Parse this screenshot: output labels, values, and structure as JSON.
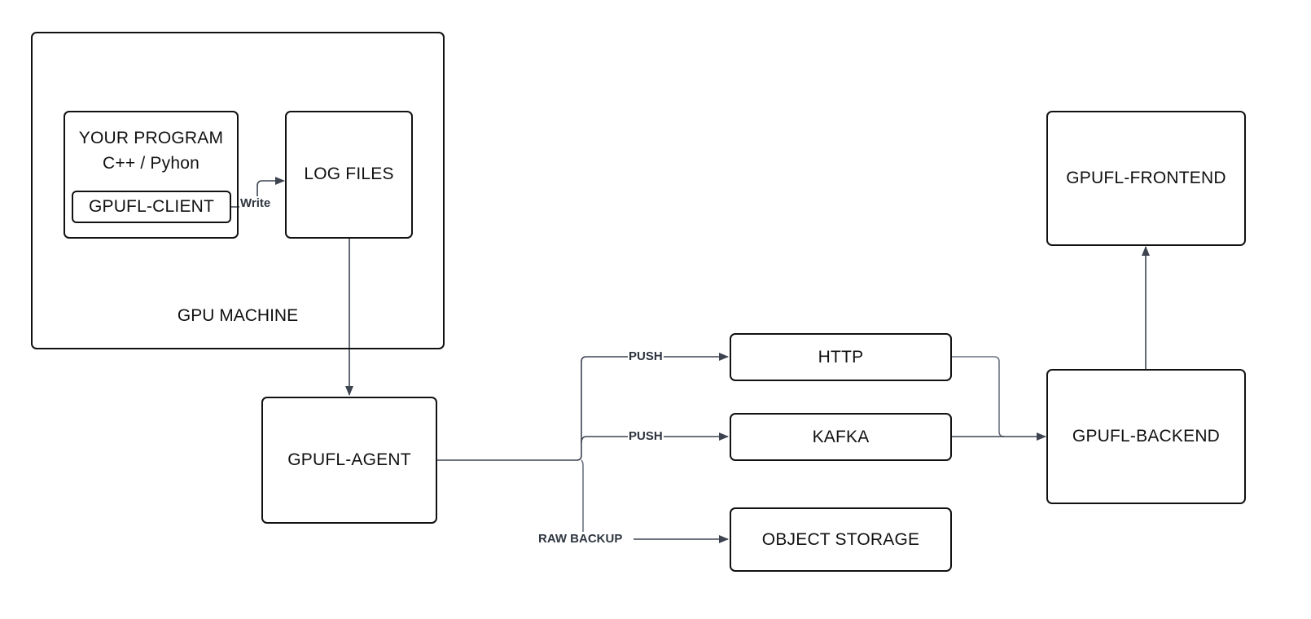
{
  "diagram": {
    "containers": {
      "gpu_machine": {
        "label": "GPU MACHINE"
      }
    },
    "nodes": {
      "your_program": {
        "title": "YOUR PROGRAM",
        "subtitle": "C++ / Pyhon"
      },
      "gpufl_client": {
        "label": "GPUFL-CLIENT"
      },
      "log_files": {
        "label": "LOG FILES"
      },
      "gpufl_agent": {
        "label": "GPUFL-AGENT"
      },
      "http": {
        "label": "HTTP"
      },
      "kafka": {
        "label": "KAFKA"
      },
      "object_storage": {
        "label": "OBJECT STORAGE"
      },
      "gpufl_backend": {
        "label": "GPUFL-BACKEND"
      },
      "gpufl_frontend": {
        "label": "GPUFL-FRONTEND"
      }
    },
    "edges": [
      {
        "from": "gpufl_client",
        "to": "log_files",
        "label": "Write"
      },
      {
        "from": "log_files",
        "to": "gpufl_agent",
        "label": ""
      },
      {
        "from": "gpufl_agent",
        "to": "http",
        "label": "PUSH"
      },
      {
        "from": "gpufl_agent",
        "to": "kafka",
        "label": "PUSH"
      },
      {
        "from": "gpufl_agent",
        "to": "object_storage",
        "label": "RAW BACKUP"
      },
      {
        "from": "http",
        "to": "gpufl_backend",
        "label": ""
      },
      {
        "from": "kafka",
        "to": "gpufl_backend",
        "label": ""
      },
      {
        "from": "gpufl_backend",
        "to": "gpufl_frontend",
        "label": ""
      }
    ],
    "colors": {
      "border": "#111111",
      "connector": "#3d4450",
      "label_text": "#2f3640"
    }
  }
}
